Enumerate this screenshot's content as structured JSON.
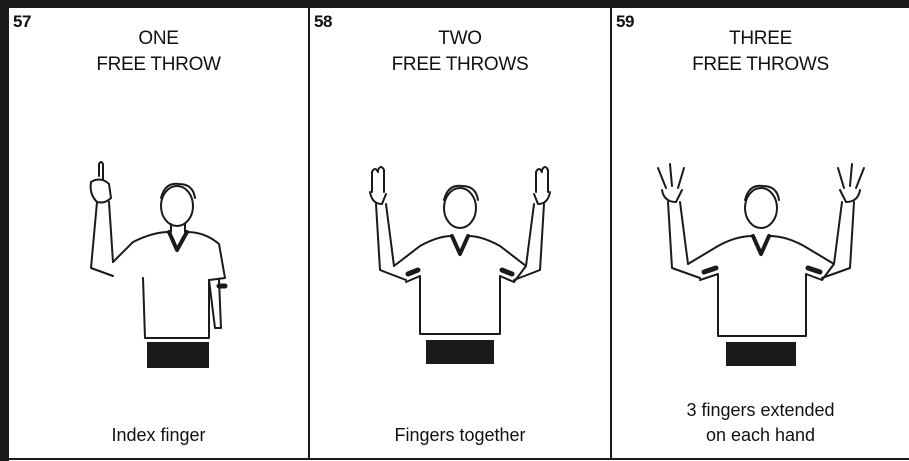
{
  "panels": [
    {
      "number": "57",
      "title_line1": "ONE",
      "title_line2": "FREE THROW",
      "caption_line1": "Index finger",
      "caption_line2": "",
      "figure_icon": "referee-one-free-throw-signal"
    },
    {
      "number": "58",
      "title_line1": "TWO",
      "title_line2": "FREE THROWS",
      "caption_line1": "Fingers together",
      "caption_line2": "",
      "figure_icon": "referee-two-free-throws-signal"
    },
    {
      "number": "59",
      "title_line1": "THREE",
      "title_line2": "FREE THROWS",
      "caption_line1": "3 fingers extended",
      "caption_line2": "on each hand",
      "figure_icon": "referee-three-free-throws-signal"
    }
  ],
  "colors": {
    "ink": "#1a1a1a",
    "paper": "#ffffff"
  }
}
